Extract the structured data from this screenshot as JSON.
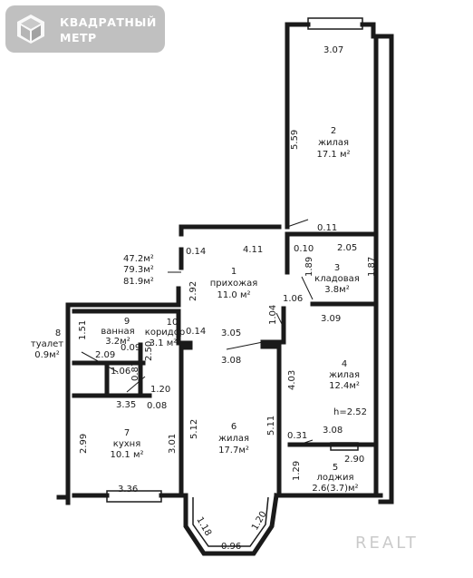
{
  "logo": {
    "line1": "КВАДРАТНЫЙ",
    "line2": "МЕТР",
    "icon": "cube-icon"
  },
  "watermark": "REALT",
  "totals": {
    "a": "47.2м²",
    "b": "79.3м²",
    "c": "81.9м²"
  },
  "rooms": {
    "r1": {
      "num": "1",
      "name": "прихожая",
      "area": "11.0 м²"
    },
    "r2": {
      "num": "2",
      "name": "жилая",
      "area": "17.1 м²"
    },
    "r3": {
      "num": "3",
      "name": "кладовая",
      "area": "3.8м²"
    },
    "r4": {
      "num": "4",
      "name": "жилая",
      "area": "12.4м²"
    },
    "r5": {
      "num": "5",
      "name": "лоджия",
      "area": "2.6(3.7)м²"
    },
    "r6": {
      "num": "6",
      "name": "жилая",
      "area": "17.7м²"
    },
    "r7": {
      "num": "7",
      "name": "кухня",
      "area": "10.1 м²"
    },
    "r8": {
      "num": "8",
      "name": "туалет",
      "area": "0.9м²"
    },
    "r9": {
      "num": "9",
      "name": "ванная",
      "area": "3.2м²"
    },
    "r10": {
      "num": "10",
      "name": "коридор",
      "area": "3.1 м²"
    }
  },
  "height": "h=2.52",
  "dims": {
    "d307": "3.07",
    "d559": "5.59",
    "d011": "0.11",
    "d014a": "0.14",
    "d411": "4.11",
    "d010": "0.10",
    "d205": "2.05",
    "d189": "1.89",
    "d187": "1.87",
    "d292": "2.92",
    "d106a": "1.06",
    "d104": "1.04",
    "d309": "3.09",
    "d014b": "0.14",
    "d305": "3.05",
    "d308a": "3.08",
    "d151": "1.51",
    "d209": "2.09",
    "d009": "0.09",
    "d250": "2.50",
    "d106b": "1.06",
    "d087": "0.87",
    "d120a": "1.20",
    "d335": "3.35",
    "d008": "0.08",
    "d403": "4.03",
    "d299": "2.99",
    "d301": "3.01",
    "d512": "5.12",
    "d511": "5.11",
    "d031": "0.31",
    "d308b": "3.08",
    "d290": "2.90",
    "d129": "1.29",
    "d336": "3.36",
    "d118": "1.18",
    "d120b": "1.20",
    "d096": "0.96"
  }
}
